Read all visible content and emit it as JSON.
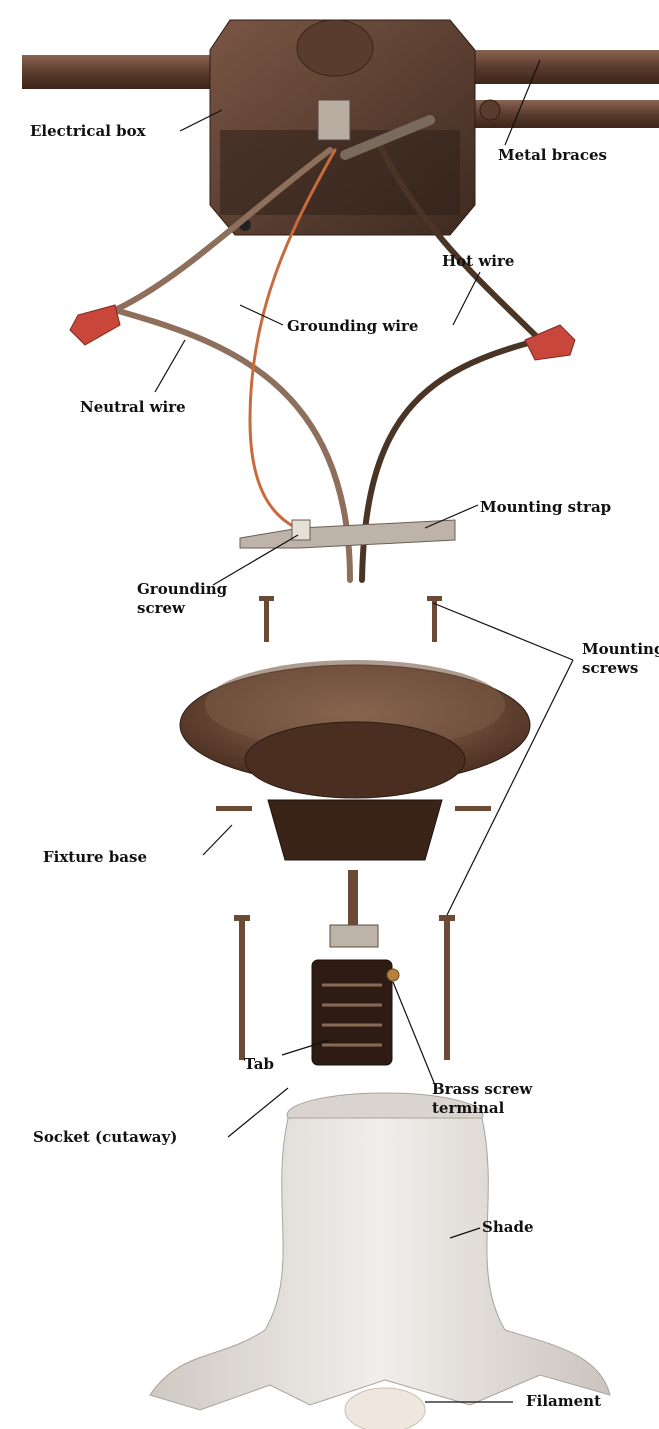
{
  "labels": {
    "electrical_box": "Electrical box",
    "metal_braces": "Metal braces",
    "hot_wire": "Hot wire",
    "grounding_wire": "Grounding wire",
    "neutral_wire": "Neutral wire",
    "mounting_strap": "Mounting strap",
    "grounding_screw_1": "Grounding",
    "grounding_screw_2": "screw",
    "mounting_screws_1": "Mounting",
    "mounting_screws_2": "screws",
    "fixture_base": "Fixture base",
    "tab": "Tab",
    "brass_screw_terminal_1": "Brass screw",
    "brass_screw_terminal_2": "terminal",
    "socket": "Socket (cutaway)",
    "shade": "Shade",
    "filament": "Filament"
  },
  "colors": {
    "bronze": "#6b4a36",
    "bronze_dark": "#3a2418",
    "wire_neutral": "#8e6f5c",
    "wire_hot": "#4a3426",
    "wire_ground": "#c86a3c",
    "connector_red": "#c9473a",
    "glass": "#e6e1dc",
    "leader": "#111111"
  }
}
